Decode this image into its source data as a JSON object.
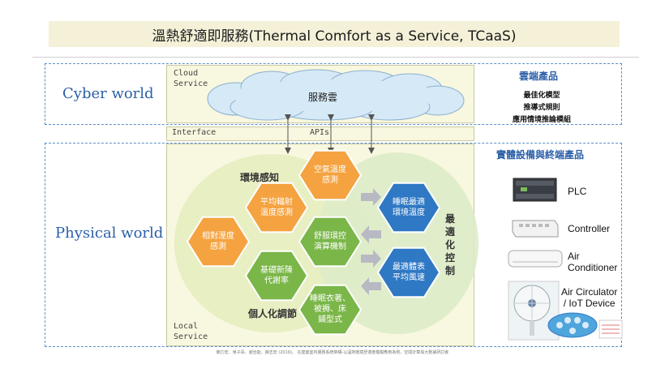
{
  "title": "溫熱舒適即服務(Thermal Comfort as a Service, TCaaS)",
  "cyber_world": {
    "label": "Cyber world",
    "cloud_service_label_1": "Cloud",
    "cloud_service_label_2": "Service",
    "cloud_text": "服務雲"
  },
  "interface": {
    "label": "Interface",
    "apis": "APIs"
  },
  "physical_world": {
    "label": "Physical world",
    "local_service_1": "Local",
    "local_service_2": "Service",
    "env_sensing": "環境感知",
    "personalized": "個人化調節",
    "optimal_control": "最適化控制",
    "hexagons": [
      {
        "line1": "空氣溫度",
        "line2": "感測",
        "line3": "",
        "color": "#f4a340"
      },
      {
        "line1": "平均輻射",
        "line2": "溫度感測",
        "line3": "",
        "color": "#f4a340"
      },
      {
        "line1": "相對溼度",
        "line2": "感測",
        "line3": "",
        "color": "#f4a340"
      },
      {
        "line1": "舒服環控",
        "line2": "演算機制",
        "line3": "",
        "color": "#7ab648"
      },
      {
        "line1": "基礎新陳",
        "line2": "代謝率",
        "line3": "",
        "color": "#7ab648"
      },
      {
        "line1": "睡眠衣著、",
        "line2": "被褥、床",
        "line3": "鋪型式",
        "color": "#7ab648"
      },
      {
        "line1": "睡眠最適",
        "line2": "環境溫度",
        "line3": "",
        "color": "#2f78c4"
      },
      {
        "line1": "最適體表",
        "line2": "平均風速",
        "line3": "",
        "color": "#2f78c4"
      }
    ]
  },
  "cloud_products": {
    "title": "雲端產品",
    "items": [
      "最佳化模型",
      "推導式規則",
      "應用情境推論模組"
    ]
  },
  "devices": {
    "title": "實體設備與終端產品",
    "items": [
      {
        "label": "PLC",
        "icon": "plc-icon"
      },
      {
        "label": "Controller",
        "icon": "controller-icon"
      },
      {
        "label_1": "Air",
        "label_2": "Conditioner",
        "icon": "air-conditioner-icon"
      },
      {
        "label_1": "Air Circulator",
        "label_2": "/ IoT Device",
        "icon": "fan-icon"
      }
    ]
  },
  "footer": "簡力宏、吳子昂、謝治能、薛志宏 (2019)。 在建築室內服務系統架構-以溫熱環境舒適度模擬應用為例，空間計算與大數據研討會"
}
